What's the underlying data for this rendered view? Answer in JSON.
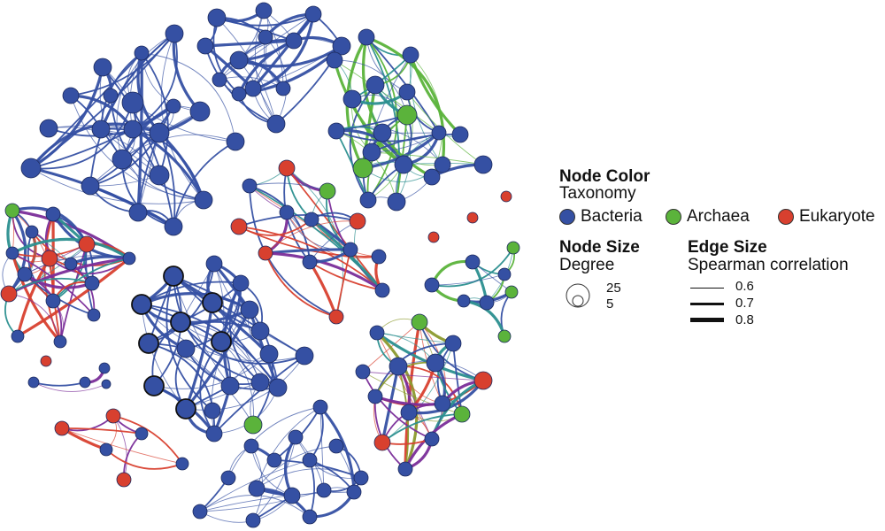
{
  "colors": {
    "bacteria": "#3550a3",
    "archaea": "#5bb33b",
    "eukaryote": "#d8402f",
    "teal": "#2b8f8f",
    "purple": "#7a2d99",
    "olive": "#8c9a2e",
    "node_stroke": "#1c2a5e"
  },
  "legend": {
    "node_color": {
      "title": "Node Color",
      "subtitle": "Taxonomy",
      "items": [
        {
          "label": "Bacteria",
          "color": "#3550a3"
        },
        {
          "label": "Archaea",
          "color": "#5bb33b"
        },
        {
          "label": "Eukaryote",
          "color": "#d8402f"
        }
      ]
    },
    "node_size": {
      "title": "Node Size",
      "subtitle": "Degree",
      "values": [
        "25",
        "5"
      ]
    },
    "edge_size": {
      "title": "Edge Size",
      "subtitle": "Spearman correlation",
      "values": [
        "0.6",
        "0.7",
        "0.8"
      ]
    }
  }
}
